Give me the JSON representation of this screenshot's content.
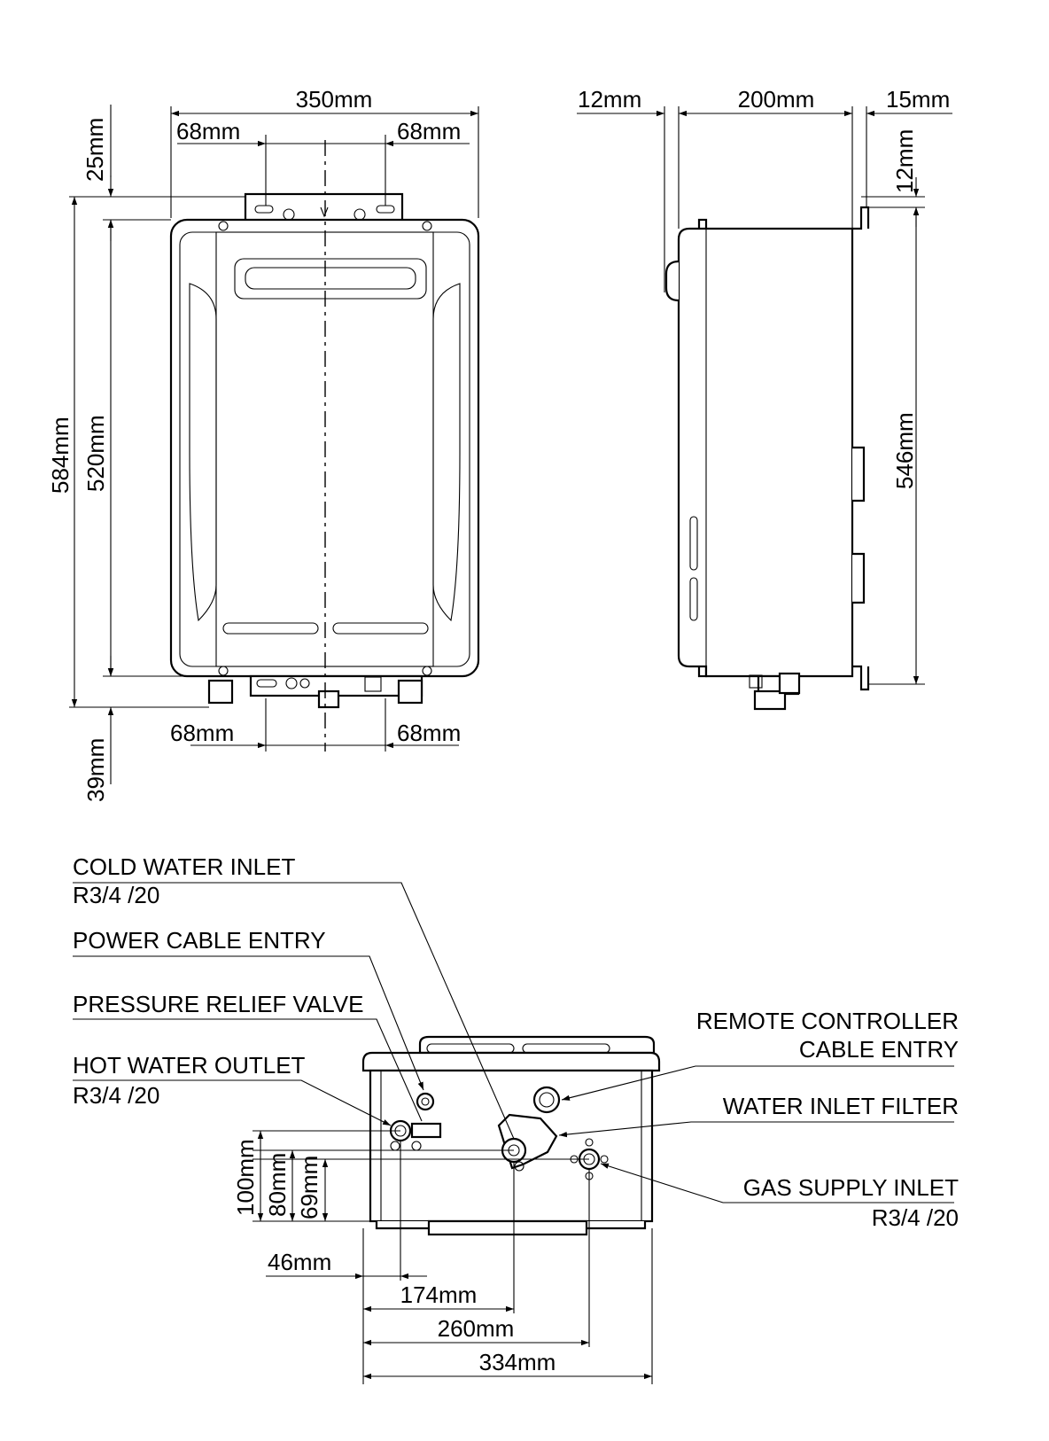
{
  "front_view": {
    "width_total": "350mm",
    "bracket_left": "68mm",
    "bracket_right": "68mm",
    "top_offset": "25mm",
    "height_total": "584mm",
    "height_body": "520mm",
    "bottom_left": "68mm",
    "bottom_right": "68mm",
    "bottom_offset": "39mm"
  },
  "side_view": {
    "back_clearance": "12mm",
    "depth": "200mm",
    "front_clearance": "15mm",
    "top_offset": "12mm",
    "height": "546mm"
  },
  "bottom_view": {
    "cold_water_inlet": "COLD WATER INLET",
    "cold_water_inlet_spec": "R3/4  /20",
    "power_cable_entry": "POWER CABLE ENTRY",
    "pressure_relief_valve": "PRESSURE RELIEF VALVE",
    "hot_water_outlet": "HOT WATER OUTLET",
    "hot_water_outlet_spec": "R3/4  /20",
    "remote_controller_line1": "REMOTE CONTROLLER",
    "remote_controller_line2": "CABLE ENTRY",
    "water_inlet_filter": "WATER INLET FILTER",
    "gas_supply_inlet": "GAS SUPPLY INLET",
    "gas_supply_inlet_spec": "R3/4  /20",
    "height_100": "100mm",
    "height_80": "80mm",
    "height_69": "69mm",
    "width_46": "46mm",
    "width_174": "174mm",
    "width_260": "260mm",
    "width_334": "334mm"
  }
}
